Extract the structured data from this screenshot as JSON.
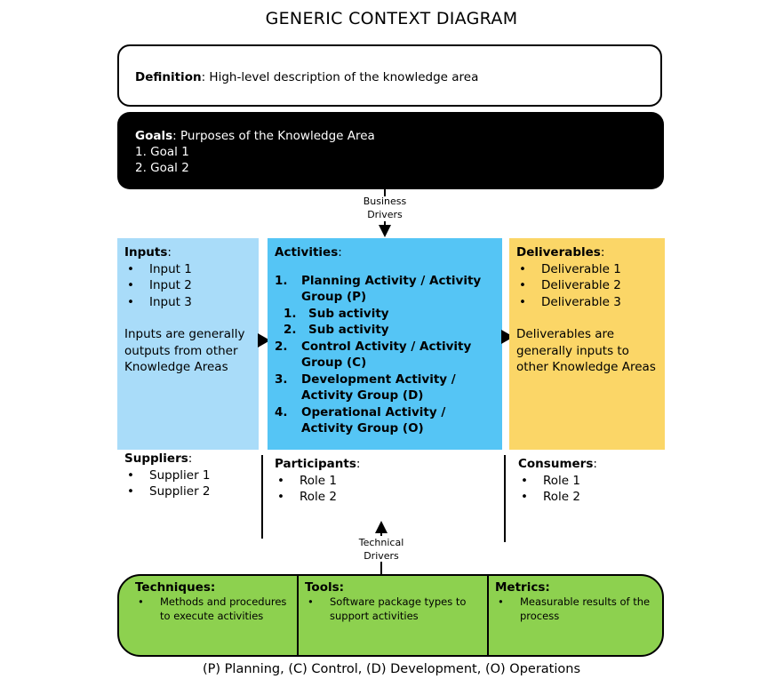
{
  "title": "GENERIC CONTEXT DIAGRAM",
  "definition": {
    "label": "Definition",
    "text": ": High-level description of the knowledge area"
  },
  "goals": {
    "label": "Goals",
    "text": ":  Purposes of the Knowledge Area",
    "items": [
      "1.  Goal 1",
      "2.  Goal 2"
    ]
  },
  "business_drivers": {
    "line1": "Business",
    "line2": "Drivers"
  },
  "technical_drivers": {
    "line1": "Technical",
    "line2": "Drivers"
  },
  "inputs": {
    "label": "Inputs",
    "items": [
      "Input 1",
      "Input 2",
      "Input 3"
    ],
    "note": "Inputs are generally outputs from other Knowledge Areas"
  },
  "activities": {
    "label": "Activities",
    "items": [
      {
        "num": "1.",
        "text": "Planning Activity / Activity Group (P)"
      },
      {
        "num": "2.",
        "text": "Control Activity / Activity Group (C)"
      },
      {
        "num": "3.",
        "text": "Development Activity / Activity Group (D)"
      },
      {
        "num": "4.",
        "text": "Operational Activity / Activity Group (O)"
      }
    ],
    "sub_items": [
      {
        "num": "1.",
        "text": "Sub activity"
      },
      {
        "num": "2.",
        "text": "Sub activity"
      }
    ]
  },
  "deliverables": {
    "label": "Deliverables",
    "items": [
      "Deliverable 1",
      "Deliverable 2",
      "Deliverable 3"
    ],
    "note": "Deliverables are generally inputs to other Knowledge Areas"
  },
  "suppliers": {
    "label": "Suppliers",
    "items": [
      "Supplier 1",
      "Supplier 2"
    ]
  },
  "participants": {
    "label": "Participants",
    "items": [
      "Role 1",
      "Role 2"
    ]
  },
  "consumers": {
    "label": "Consumers",
    "items": [
      "Role 1",
      "Role 2"
    ]
  },
  "techniques": {
    "label": "Techniques",
    "items": [
      "Methods and procedures to execute activities"
    ]
  },
  "tools": {
    "label": "Tools",
    "items": [
      "Software package types to support  activities"
    ]
  },
  "metrics": {
    "label": "Metrics",
    "items": [
      "Measurable results of the process"
    ]
  },
  "footer": "(P) Planning, (C) Control, (D) Development, (O) Operations",
  "colors": {
    "inputs": "#a9dcf9",
    "activities": "#55c5f5",
    "deliverables": "#fbd667",
    "bottom": "#8dd14f",
    "goals": "#000000"
  }
}
